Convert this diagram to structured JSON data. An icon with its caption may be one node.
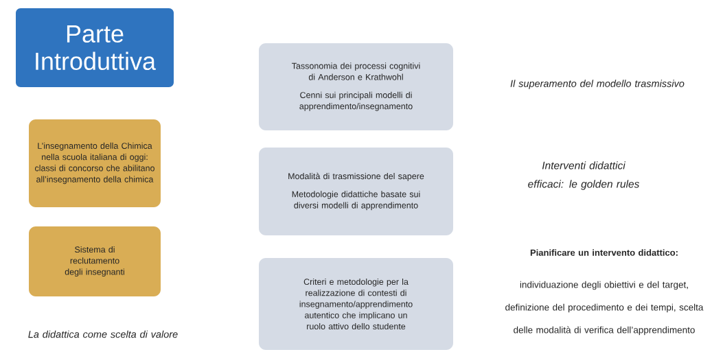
{
  "diagram": {
    "title": "Parte Introduttiva",
    "nodes": [
      {
        "text": [
          "L’insegnamento della Chimica nella scuola italiana di oggi: classi di concorso che abilitano all’insegnamento della chimica"
        ]
      },
      {
        "text": [
          "Sistema di reclutamento degli insegnanti"
        ]
      },
      {
        "text": [
          "Tassonomia dei processi cognitivi di Anderson e Krathwohl",
          "Cenni sui principali modelli di apprendimento/insegnamento"
        ]
      },
      {
        "text": [
          "Modalità di trasmissione del sapere",
          "Metodologie didattiche basate sui diversi modelli di apprendimento"
        ]
      },
      {
        "text": [
          "Criteri e metodologie per la realizzazione di contesti di insegnamento/apprendimento autentico che implicano un ruolo attivo dello studente"
        ]
      }
    ],
    "labels": [
      "Il superamento del modello trasmissivo",
      "Interventi didattici efficaci: le golden rules",
      "Pianificare un intervento didattico:",
      "individuazione degli obiettivi e del target, definizione del procedimento e dei tempi, scelta delle modalità di verifica dell’apprendimento",
      "La didattica come scelta di valore"
    ]
  }
}
